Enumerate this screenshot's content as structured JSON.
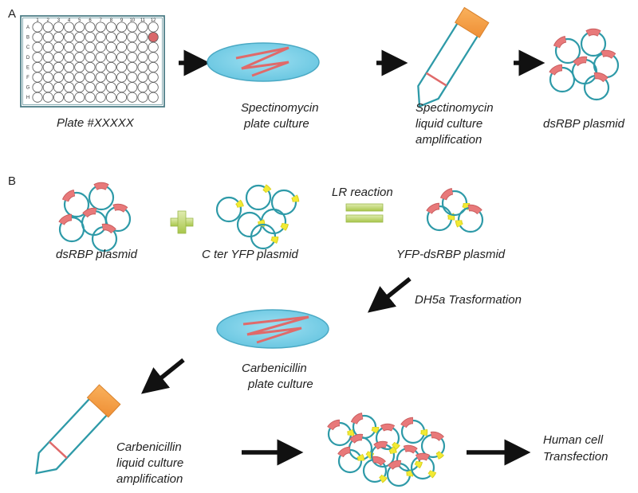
{
  "panels": {
    "a": "A",
    "b": "B"
  },
  "plate": {
    "label": "Plate #XXXXX",
    "cols": [
      "1",
      "2",
      "3",
      "4",
      "5",
      "6",
      "7",
      "8",
      "9",
      "10",
      "11",
      "12"
    ],
    "rows": [
      "A",
      "B",
      "C",
      "D",
      "E",
      "F",
      "G",
      "H"
    ]
  },
  "row_a": {
    "step1": [
      "Spectinomycin",
      "plate culture"
    ],
    "step2": [
      "Spectinomycin",
      "liquid culture",
      "amplification"
    ],
    "step3": [
      "dsRBP plasmid"
    ]
  },
  "row_b": {
    "plasmid1": "dsRBP plasmid",
    "plasmid2": "C ter YFP plasmid",
    "reaction": "LR reaction",
    "product": "YFP-dsRBP plasmid",
    "transformation": "DH5a Trasformation",
    "plate_step": [
      "Carbenicillin",
      "plate culture"
    ],
    "liquid_step": [
      "Carbenicillin",
      "liquid culture",
      "amplification"
    ],
    "final": [
      "Human cell",
      "Transfection"
    ]
  },
  "colors": {
    "ring": "#2e9aa8",
    "red_segment": "#e8797a",
    "yellow_segment": "#f2ea33",
    "dish": "#7fd1ea",
    "dish_stroke": "#4aa9c4",
    "streak": "#e06a6a",
    "cap": "#f6a04d",
    "plus_equal": "#b5cf5e",
    "arrow": "#111111"
  }
}
